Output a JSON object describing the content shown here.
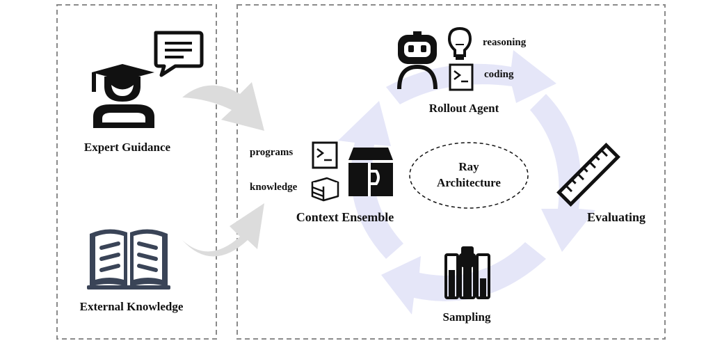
{
  "left_panel": {
    "expert": {
      "label": "Expert Guidance",
      "icon": "expert-graduate-speech-icon"
    },
    "knowledge": {
      "label": "External Knowledge",
      "icon": "open-book-icon"
    }
  },
  "right_panel": {
    "rollout": {
      "label": "Rollout Agent",
      "reasoning_label": "reasoning",
      "coding_label": "coding",
      "icons": [
        "robot-icon",
        "lightbulb-icon",
        "terminal-icon"
      ]
    },
    "context": {
      "label": "Context Ensemble",
      "programs_label": "programs",
      "knowledge_label": "knowledge",
      "icons": [
        "terminal-icon",
        "book-stack-icon",
        "box-icon"
      ]
    },
    "center": {
      "line1": "Ray",
      "line2": "Architecture"
    },
    "evaluating": {
      "label": "Evaluating",
      "icon": "ruler-icon"
    },
    "sampling": {
      "label": "Sampling",
      "icon": "tubes-icon"
    }
  },
  "colors": {
    "cycle_arrow": "#e5e6f8",
    "flow_arrow": "#dcdcdc",
    "icon_dark": "#111111",
    "book_fill": "#3a4457",
    "border": "#8a8a8a"
  }
}
